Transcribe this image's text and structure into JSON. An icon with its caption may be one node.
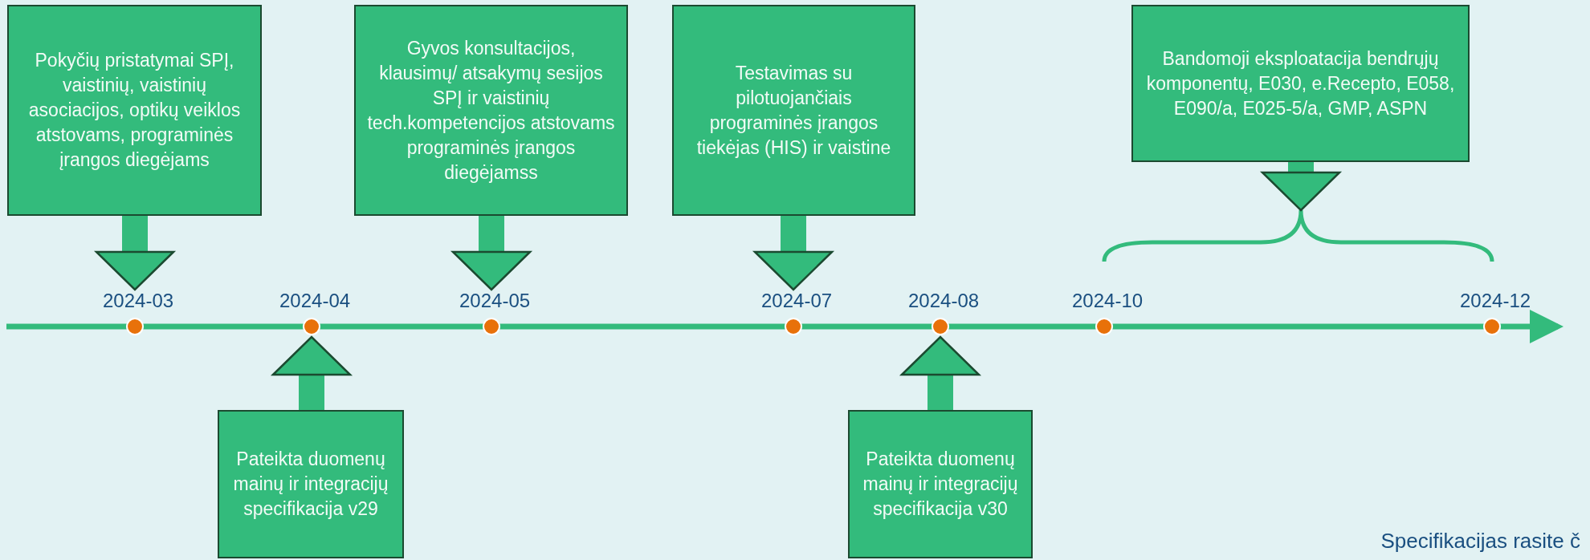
{
  "diagram": {
    "nodes": [
      {
        "text": [
          "Pokyčių pristatymai SPĮ, vaistinių, vaistinių asociacijos, optikų veiklos atstovams, programinės įrangos diegėjams"
        ]
      },
      {
        "text": [
          "Gyvos konsultacijos, klausimų/ atsakymų sesijos SPĮ ir  vaistinių tech.kompetencijos atstovams programinės įrangos diegėjamss"
        ]
      },
      {
        "text": [
          "Testavimas su pilotuojančiais programinės įrangos tiekėjas (HIS) ir vaistine"
        ]
      },
      {
        "text": [
          "Bandomoji eksploatacija bendrųjų komponentų, E030, e.Recepto, E058, E090/a, E025-5/a, GMP, ASPN"
        ]
      },
      {
        "text": [],
        "shape": "brace"
      },
      {
        "text": [],
        "shape": "circle",
        "beside": [
          "2024-03"
        ]
      },
      {
        "text": [],
        "shape": "circle",
        "beside": [
          "2024-04"
        ]
      },
      {
        "text": [],
        "shape": "circle",
        "beside": [
          "2024-05"
        ]
      },
      {
        "text": [],
        "shape": "circle",
        "beside": [
          "2024-07"
        ]
      },
      {
        "text": [],
        "shape": "circle",
        "beside": [
          "2024-08"
        ]
      },
      {
        "text": [],
        "shape": "circle",
        "beside": [
          "2024-10"
        ]
      },
      {
        "text": [],
        "shape": "circle",
        "beside": [
          "2024-12"
        ]
      },
      {
        "text": [
          "Pateikta duomenų mainų ir integracijų specifikacija v29"
        ]
      },
      {
        "text": [
          "Pateikta duomenų mainų ir integracijų specifikacija v30"
        ]
      }
    ],
    "edges": [
      {
        "from": 0,
        "to": 5,
        "arrow": "to"
      },
      {
        "from": 1,
        "to": 7,
        "arrow": "to"
      },
      {
        "from": 2,
        "to": 8,
        "arrow": "to"
      },
      {
        "from": 3,
        "to": 4,
        "arrow": "to"
      },
      {
        "from": 12,
        "to": 6,
        "arrow": "to"
      },
      {
        "from": 13,
        "to": 9,
        "arrow": "to"
      }
    ],
    "labels": [
      "Specifikacijas rasite č"
    ]
  }
}
